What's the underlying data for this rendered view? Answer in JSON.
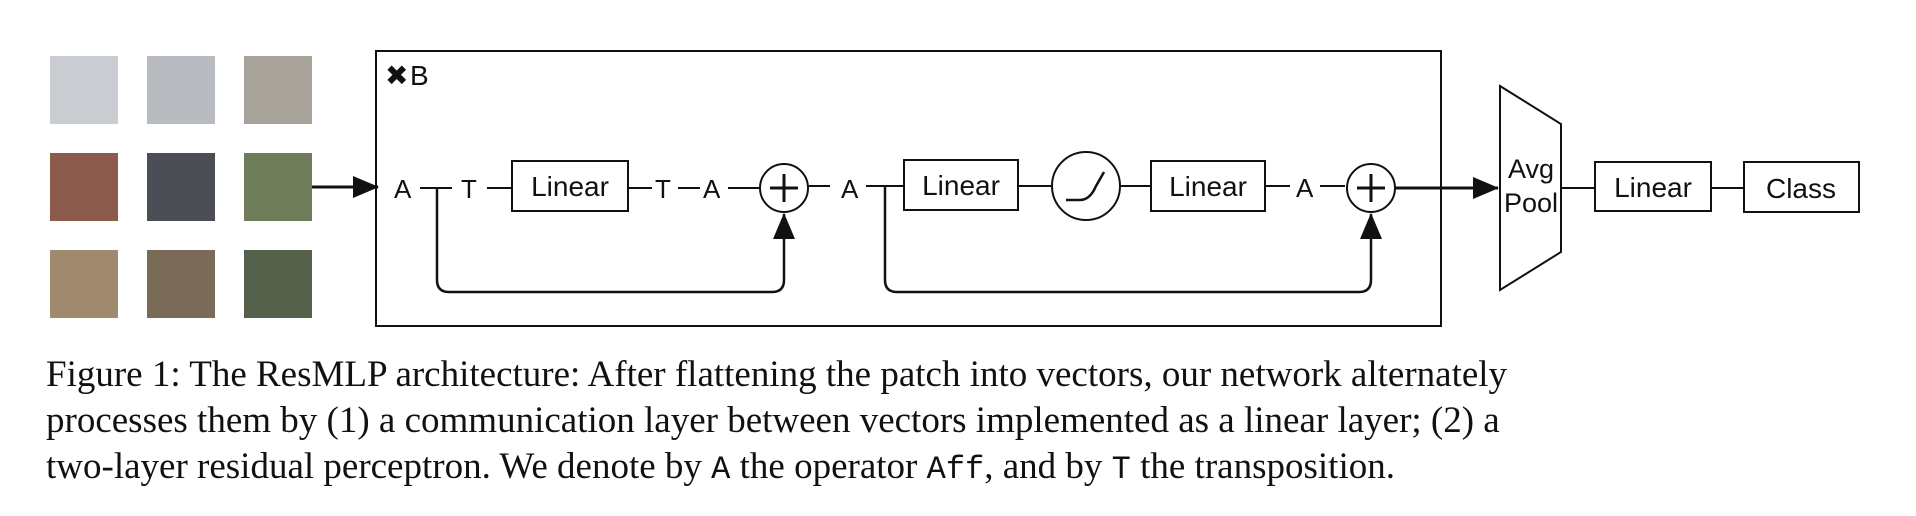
{
  "diagram": {
    "repeat_label": "B",
    "ops": {
      "a": "A",
      "t": "T",
      "linear": "Linear",
      "avg": "Avg",
      "pool": "Pool",
      "class": "Class"
    },
    "patch_colors": [
      "#c9cdd2",
      "#b8bcc0",
      "#a7a39b",
      "#8b5a4a",
      "#4b4f55",
      "#6f7c5a",
      "#a08a6e",
      "#7a6a58",
      "#55604a"
    ]
  },
  "caption": {
    "line1": "Figure 1: The ResMLP architecture: After flattening the patch into vectors, our network alternately",
    "line2": "processes them by (1) a communication layer between vectors implemented as a linear layer; (2) a",
    "line3_a": "two-layer residual perceptron. We denote by ",
    "line3_b": "A",
    "line3_c": " the operator ",
    "line3_d": "Aff",
    "line3_e": ", and by ",
    "line3_f": "T",
    "line3_g": " the transposition."
  }
}
